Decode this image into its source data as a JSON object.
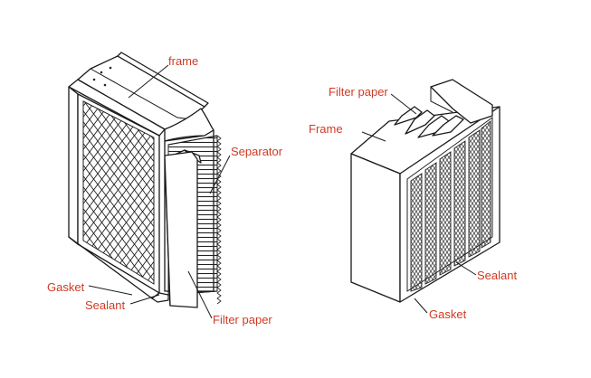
{
  "left_diagram": {
    "labels": {
      "frame": "frame",
      "separator": "Separator",
      "gasket": "Gasket",
      "sealant": "Sealant",
      "filter_paper": "Filter paper"
    }
  },
  "right_diagram": {
    "labels": {
      "filter_paper": "Filter paper",
      "frame": "Frame",
      "sealant": "Sealant",
      "gasket": "Gasket"
    }
  }
}
